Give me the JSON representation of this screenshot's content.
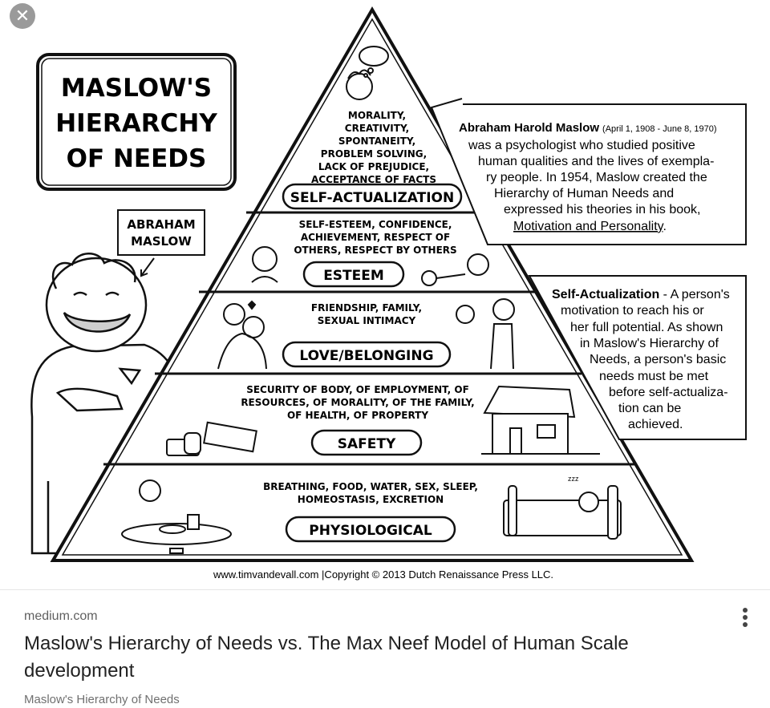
{
  "viewer": {
    "close_icon": "close-icon",
    "close_glyph": "✕"
  },
  "figure": {
    "title_lines": [
      "MASLOW'S",
      "HIERARCHY",
      "OF NEEDS"
    ],
    "person_label_lines": [
      "ABRAHAM",
      "MASLOW"
    ],
    "levels": {
      "self_actualization": {
        "items": [
          "MORALITY,",
          "CREATIVITY,",
          "SPONTANEITY,",
          "PROBLEM SOLVING,",
          "LACK OF PREJUDICE,",
          "ACCEPTANCE OF FACTS"
        ],
        "label": "SELF-ACTUALIZATION"
      },
      "esteem": {
        "items": [
          "SELF-ESTEEM, CONFIDENCE,",
          "ACHIEVEMENT, RESPECT OF",
          "OTHERS, RESPECT BY OTHERS"
        ],
        "label": "ESTEEM"
      },
      "love": {
        "items": [
          "FRIENDSHIP, FAMILY,",
          "SEXUAL INTIMACY"
        ],
        "label": "LOVE/BELONGING"
      },
      "safety": {
        "items": [
          "SECURITY OF BODY, OF EMPLOYMENT, OF",
          "RESOURCES, OF MORALITY, OF THE FAMILY,",
          "OF HEALTH, OF PROPERTY"
        ],
        "label": "SAFETY"
      },
      "physiological": {
        "items": [
          "BREATHING, FOOD, WATER, SEX, SLEEP,",
          "HOMEOSTASIS, EXCRETION"
        ],
        "label": "PHYSIOLOGICAL"
      }
    },
    "bio": {
      "name": "Abraham Harold Maslow",
      "dates": "(April 1, 1908 - June 8, 1970)",
      "lines": [
        "was a psychologist who studied positive",
        "human qualities and the lives of exempla-",
        "ry people. In 1954, Maslow created the",
        "Hierarchy of Human Needs and",
        "expressed his theories in his book,"
      ],
      "book": "Motivation and Personality",
      "book_end": "."
    },
    "definition": {
      "term": "Self-Actualization",
      "first_line_rest": " - A person's",
      "lines": [
        "motivation to reach his or",
        "her full potential. As shown",
        "in Maslow's Hierarchy of",
        "Needs, a person's basic",
        "needs must be met",
        "before self-actualiza-",
        "tion can be",
        "achieved."
      ]
    },
    "sleep_text": "zzz",
    "copyright": "www.timvandevall.com |Copyright © 2013 Dutch Renaissance Press LLC."
  },
  "result": {
    "source": "medium.com",
    "title": "Maslow's Hierarchy of Needs vs. The Max Neef Model of Human Scale development",
    "subtitle": "Maslow's Hierarchy of Needs",
    "menu_icon": "more-vert-icon"
  }
}
